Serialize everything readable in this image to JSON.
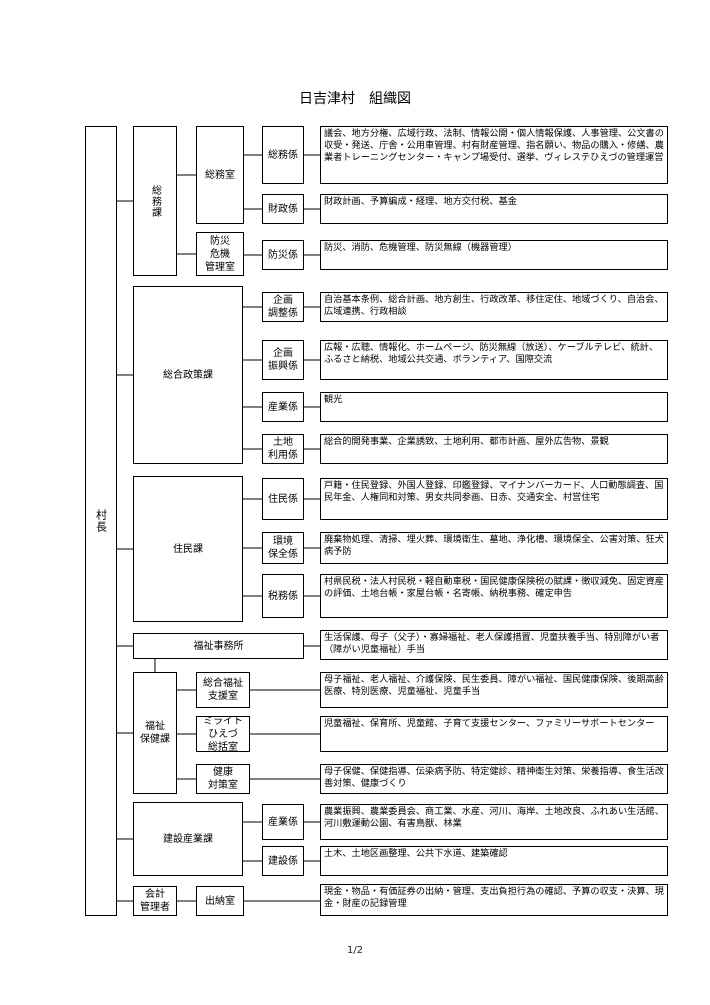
{
  "title": "日吉津村　組織図",
  "page_number": "1/2",
  "mayor": "村長",
  "departments": [
    {
      "name": "総務課",
      "offices": [
        {
          "name": "総務室",
          "sections": [
            {
              "name": "総務係",
              "duties": "議会、地方分権、広域行政、法制、情報公開・個人情報保護、人事管理、公文書の収受・発送、庁舎・公用車管理、村有財産管理、指名願い、物品の購入・修繕、農業者トレーニングセンター・キャンプ場受付、選挙、ヴィレステひえづの管理運営"
            },
            {
              "name": "財政係",
              "duties": "財政計画、予算編成・経理、地方交付税、基金"
            }
          ]
        },
        {
          "name": "防災\n危機\n管理室",
          "sections": [
            {
              "name": "防災係",
              "duties": "防災、消防、危機管理、防災無線（機器管理）"
            }
          ]
        }
      ]
    },
    {
      "name": "総合政策課",
      "sections": [
        {
          "name": "企画\n調整係",
          "duties": "自治基本条例、総合計画、地方創生、行政改革、移住定住、地域づくり、自治会、広域連携、行政相談"
        },
        {
          "name": "企画\n振興係",
          "duties": "広報・広聴、情報化、ホームページ、防災無線（放送）、ケーブルテレビ、統計、ふるさと納税、地域公共交通、ボランティア、国際交流"
        },
        {
          "name": "産業係",
          "duties": "観光"
        },
        {
          "name": "土地\n利用係",
          "duties": "総合的開発事業、企業誘致、土地利用、都市計画、屋外広告物、景観"
        }
      ]
    },
    {
      "name": "住民課",
      "sections": [
        {
          "name": "住民係",
          "duties": "戸籍・住民登録、外国人登録、印鑑登録、マイナンバーカード、人口動態調査、国民年金、人権同和対策、男女共同参画、日赤、交通安全、村営住宅"
        },
        {
          "name": "環境\n保全係",
          "duties": "廃棄物処理、清掃、埋火葬、環境衛生、墓地、浄化槽、環境保全、公害対策、狂犬病予防"
        },
        {
          "name": "税務係",
          "duties": "村県民税・法人村民税・軽自動車税・国民健康保険税の賦課・徴収減免、固定資産の評価、土地台帳・家屋台帳・名寄帳、納税事務、確定申告"
        }
      ]
    },
    {
      "name": "福祉事務所",
      "duties": "生活保護、母子（父子）・寡婦福祉、老人保護措置、児童扶養手当、特別障がい者（障がい児童福祉）手当"
    },
    {
      "name": "福祉\n保健課",
      "offices": [
        {
          "name": "総合福祉\n支援室",
          "duties": "母子福祉、老人福祉、介護保険、民生委員、障がい福祉、国民健康保険、後期高齢医療、特別医療、児童福祉、児童手当"
        },
        {
          "name": "ミライト\nひえづ\n総括室",
          "duties": "児童福祉、保育所、児童館、子育て支援センター、ファミリーサポートセンター"
        },
        {
          "name": "健康\n対策室",
          "duties": "母子保健、保健指導、伝染病予防、特定健診、精神衛生対策、栄養指導、食生活改善対策、健康づくり"
        }
      ]
    },
    {
      "name": "建設産業課",
      "sections": [
        {
          "name": "産業係",
          "duties": "農業振興、農業委員会、商工業、水産、河川、海岸、土地改良、ふれあい生活館、河川敷運動公園、有害鳥獣、林業"
        },
        {
          "name": "建設係",
          "duties": "土木、土地区画整理、公共下水道、建築確認"
        }
      ]
    },
    {
      "name": "会計\n管理者",
      "offices": [
        {
          "name": "出納室",
          "duties": "現金・物品・有価証券の出納・管理、支出負担行為の確認、予算の収支・決算、現金・財産の記録管理"
        }
      ]
    }
  ]
}
